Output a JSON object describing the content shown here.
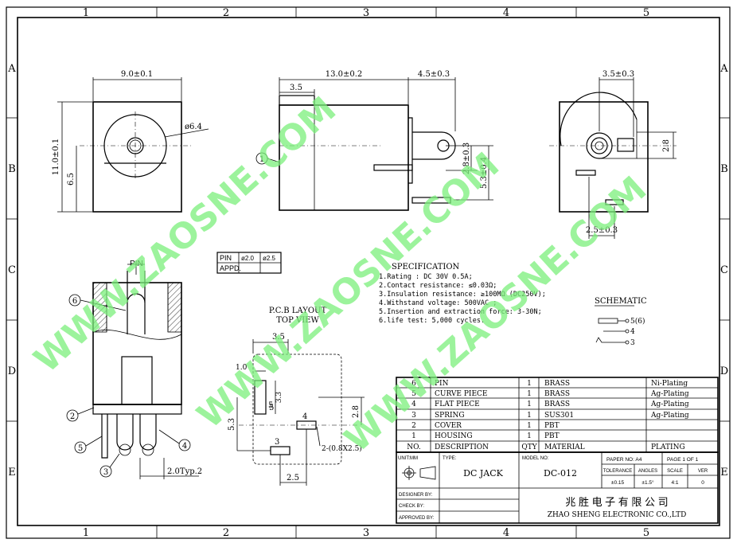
{
  "border": {
    "col_labels": [
      "1",
      "2",
      "3",
      "4",
      "5"
    ],
    "row_labels": [
      "A",
      "B",
      "C",
      "D",
      "E"
    ]
  },
  "front_view": {
    "width_dim": "9.0±0.1",
    "height_dim": "11.0±0.1",
    "center_dim": "6.5",
    "hole_dim": "ø6.4"
  },
  "side_view": {
    "length_dim": "13.0±0.2",
    "tab_dim": "4.5±0.3",
    "front_dim": "3.5",
    "balloon": "1",
    "dim_a": "2.8±0.3",
    "dim_b": "5.3±0.4"
  },
  "back_view": {
    "top_dim": "3.5±0.3",
    "side_dim": "2.8",
    "bottom_dim": "2.5±0.3"
  },
  "pin_table": {
    "r1": [
      "PIN",
      "ø2.0",
      "ø2.5"
    ],
    "r2": [
      "APPD.",
      "",
      ""
    ]
  },
  "section_view": {
    "pin_label": "PIN",
    "balloons": [
      "6",
      "2",
      "5",
      "3",
      "4"
    ],
    "typ_dim": "2.0Typ.2"
  },
  "pcb": {
    "title": "P.C.B LAYOUT",
    "subtitle": "TOP VIEW",
    "dims": [
      "3.5",
      "1.0",
      "3.3",
      "5",
      "5.3",
      "2.8",
      "2.5"
    ],
    "labels": [
      "5",
      "4",
      "3"
    ],
    "slot_note": "2-(0.8X2.5)"
  },
  "specification": {
    "title": "SPECIFICATION",
    "lines": [
      "1.Rating : DC 30V 0.5A;",
      "2.Contact resistance: ≤0.03Ω;",
      "3.Insulation resistance: ≥100MΩ  (DC250V);",
      "4.Withstand voltage: 500VAC ;",
      "5.Insertion and extraction force: 3-30N;",
      "6.life test: 5,000 cycles."
    ]
  },
  "schematic": {
    "title": "SCHEMATIC",
    "labels": [
      "5(6)",
      "4",
      "3"
    ]
  },
  "bom": {
    "rows": [
      [
        "6",
        "PIN",
        "1",
        "BRASS",
        "Ni-Plating"
      ],
      [
        "5",
        "CURVE PIECE",
        "1",
        "BRASS",
        "Ag-Plating"
      ],
      [
        "4",
        "FLAT PIECE",
        "1",
        "BRASS",
        "Ag-Plating"
      ],
      [
        "3",
        "SPRING",
        "1",
        "SUS301",
        "Ag-Plating"
      ],
      [
        "2",
        "COVER",
        "1",
        "PBT",
        ""
      ],
      [
        "1",
        "HOUSING",
        "1",
        "PBT",
        ""
      ]
    ],
    "header": [
      "NO.",
      "DESCRIPTION",
      "QTY",
      "MATERIAL",
      "PLATING"
    ]
  },
  "title_block": {
    "unit": "UNIT:MM",
    "type_label": "TYPE:",
    "type_value": "DC  JACK",
    "model_label": "MODEL NO:",
    "model_value": "DC-012",
    "paper": "PAPER NO: A4",
    "page": "PAGE 1 OF 1",
    "tolerance_label": "TOLERANCE",
    "angles_label": "ANGLES",
    "scale_label": "SCALE",
    "ver_label": "VER",
    "tolerance_value": "±0.15",
    "angles_value": "±1.5°",
    "scale_value": "4:1",
    "ver_value": "0",
    "designer": "DESIGNER BY:",
    "check": "CHECK    BY:",
    "approved": "APPROVED BY:",
    "company_cn": "兆 胜 电 子 有 限 公 司",
    "company_en": "ZHAO SHENG ELECTRONIC CO.,LTD"
  },
  "watermark": {
    "text": "WWW.ZAOSNE.COM"
  }
}
